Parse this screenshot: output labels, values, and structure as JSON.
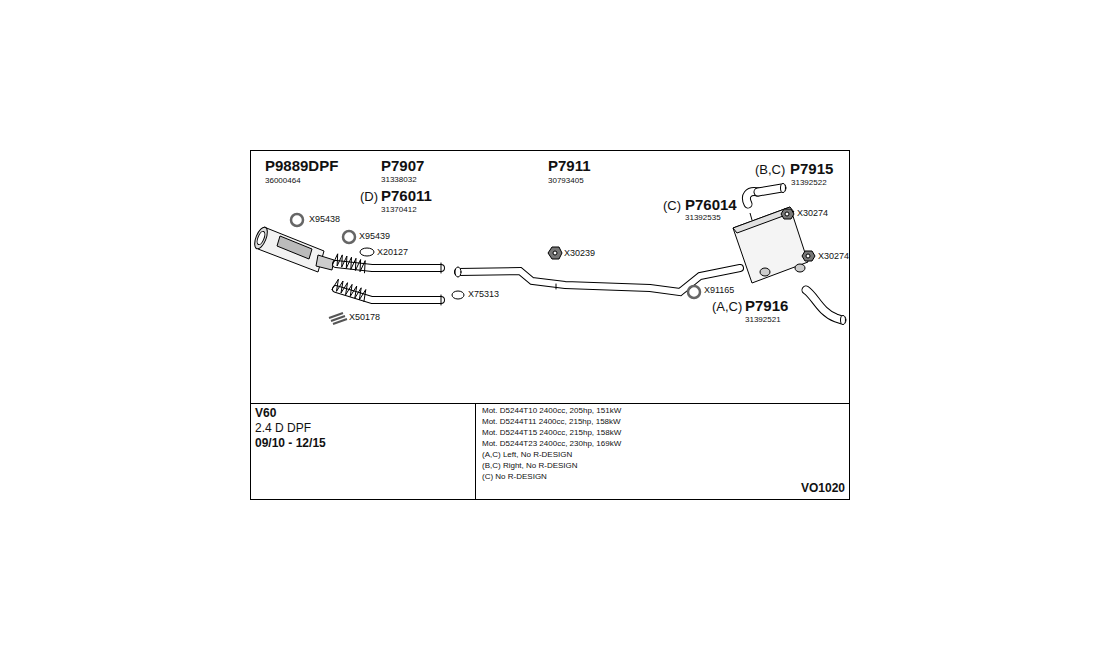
{
  "diagram": {
    "nodes": [
      {
        "text": [
          "V60",
          "2.4 D DPF",
          "09/10 - 12/15"
        ]
      },
      {
        "text": [
          "Mot. D5244T10 2400cc, 205hp, 151kW",
          "Mot. D5244T11 2400cc, 215hp, 158kW",
          "Mot. D5244T15 2400cc, 215hp, 158kW",
          "Mot. D5244T23 2400cc, 230hp, 169kW",
          "(A,C) Left, No R-DESIGN",
          "(B,C) Right, No R-DESIGN",
          "(C) No R-DESIGN",
          "VO1020"
        ]
      }
    ],
    "labels": [
      "P9889DPF",
      "36000464",
      "P7907",
      "31338032",
      "(D)",
      "P76011",
      "31370412",
      "P7911",
      "30793405",
      "(B,C)",
      "P7915",
      "31392522",
      "(C)",
      "P76014",
      "31392535",
      "X95438",
      "X95439",
      "X20127",
      "X75313",
      "X50178",
      "X30239",
      "X30274",
      "X30274",
      "X91165",
      "(A,C)",
      "P7916",
      "31392521"
    ]
  }
}
